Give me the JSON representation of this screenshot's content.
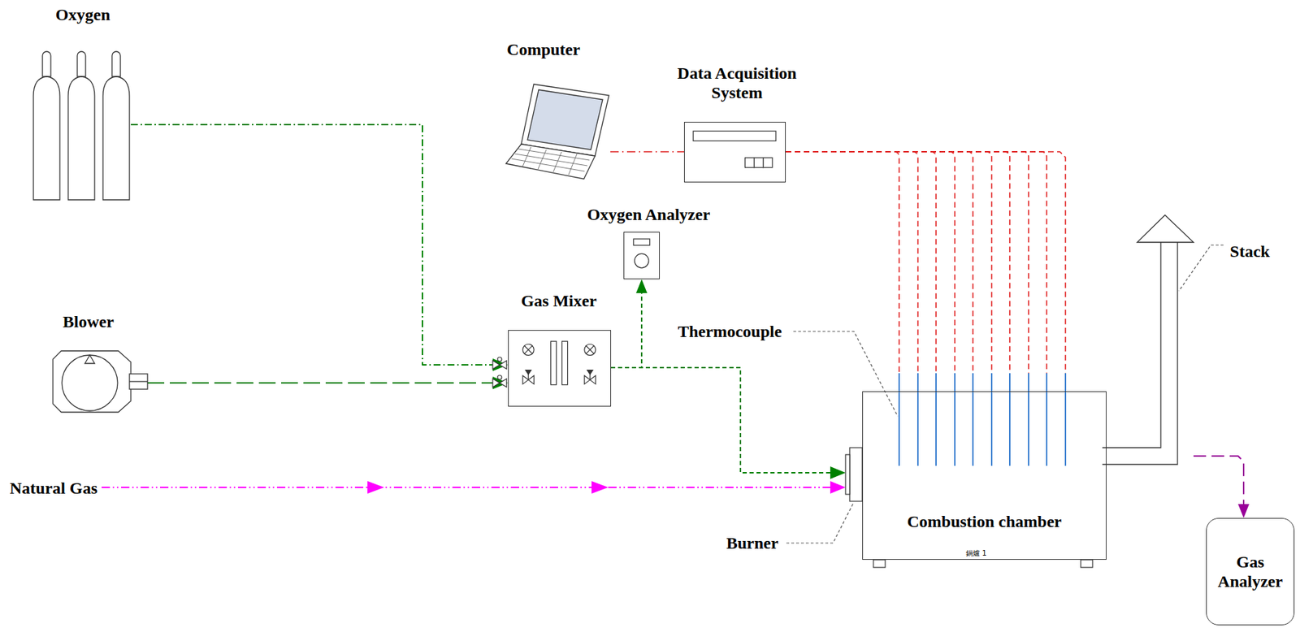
{
  "diagram": {
    "nodes": [
      {
        "text": [
          "Oxygen"
        ]
      },
      {
        "text": [
          "Blower"
        ]
      },
      {
        "text": [
          "Natural Gas"
        ]
      },
      {
        "text": [
          "Computer"
        ]
      },
      {
        "text": [
          "Data Acquisition System"
        ]
      },
      {
        "text": [
          "Oxygen Analyzer"
        ]
      },
      {
        "text": [
          "Gas Mixer"
        ]
      },
      {
        "text": [
          "Combustion chamber"
        ]
      },
      {
        "text": [
          "Burner"
        ]
      },
      {
        "text": [
          "Stack"
        ]
      },
      {
        "text": [
          "Gas Analyzer"
        ]
      }
    ],
    "edges": [
      {
        "from": 0,
        "to": 6,
        "arrow": "to"
      },
      {
        "from": 1,
        "to": 6,
        "arrow": "to"
      },
      {
        "from": 6,
        "to": 5,
        "arrow": "to"
      },
      {
        "from": 6,
        "to": 8,
        "arrow": "to"
      },
      {
        "from": 2,
        "to": 8,
        "arrow": "to"
      },
      {
        "from": 3,
        "to": 4,
        "arrow": "none"
      },
      {
        "from": 4,
        "to": 7,
        "arrow": "none"
      },
      {
        "from": 9,
        "to": 10,
        "arrow": "to"
      }
    ],
    "labels": [
      "Thermocouple",
      "鍋爐 1"
    ]
  }
}
